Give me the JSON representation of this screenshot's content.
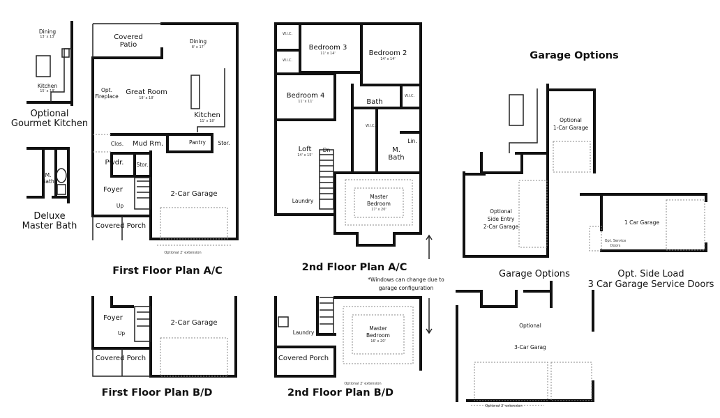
{
  "insets": {
    "gourmet_kitchen": {
      "dining": "Dining",
      "dining_dim": "13' x 13'",
      "kitchen": "Kitchen",
      "kitchen_dim": "15' x 18'",
      "title_line1": "Optional",
      "title_line2": "Gourmet Kitchen"
    },
    "deluxe_bath": {
      "bath": "M.",
      "bath2": "Bath",
      "title_line1": "Deluxe",
      "title_line2": "Master Bath"
    }
  },
  "first_floor_ac": {
    "title": "First Floor Plan A/C",
    "rooms": {
      "covered_patio_1": "Covered",
      "covered_patio_2": "Patio",
      "dining": "Dining",
      "dining_dim": "8' x 17'",
      "great_room": "Great Room",
      "great_room_dim": "18' x 18'",
      "opt_fireplace_1": "Opt.",
      "opt_fireplace_2": "Fireplace",
      "kitchen": "Kitchen",
      "kitchen_dim": "11' x 18'",
      "clos": "Clos.",
      "mud_rm": "Mud Rm.",
      "pantry": "Pantry",
      "stor_1": "Stor.",
      "pwdr": "Pwdr.",
      "stor_2": "Stor.",
      "foyer": "Foyer",
      "up": "Up",
      "garage": "2-Car Garage",
      "covered_porch": "Covered Porch",
      "extension": "Optional 2' extension"
    }
  },
  "first_floor_bd": {
    "title": "First Floor Plan B/D",
    "rooms": {
      "foyer": "Foyer",
      "up": "Up",
      "garage": "2-Car Garage",
      "covered_porch": "Covered Porch"
    }
  },
  "second_floor_ac": {
    "title": "2nd Floor Plan A/C",
    "rooms": {
      "wic_1": "W.I.C.",
      "wic_2": "W.I.C.",
      "wic_3": "W.I.C.",
      "wic_4": "W.I.C.",
      "bedroom3": "Bedroom 3",
      "bedroom3_dim": "11' x 14'",
      "bedroom2": "Bedroom 2",
      "bedroom2_dim": "14' x 14'",
      "bedroom4": "Bedroom 4",
      "bedroom4_dim": "11' x 11'",
      "bath": "Bath",
      "loft": "Loft",
      "loft_dim": "14' x 15'",
      "dn": "Dn",
      "m_bath_1": "M.",
      "m_bath_2": "Bath",
      "lin": "Lin.",
      "laundry": "Laundry",
      "master_1": "Master",
      "master_2": "Bedroom",
      "master_dim": "17' x 20'"
    }
  },
  "second_floor_bd": {
    "title": "2nd Floor Plan B/D",
    "rooms": {
      "laundry": "Laundry",
      "master_1": "Master",
      "master_2": "Bedroom",
      "master_dim": "16' x 20'",
      "covered_porch": "Covered Porch",
      "extension": "Optional 2' extension"
    }
  },
  "note": {
    "line1": "*Windows can change due to",
    "line2": "garage configuration"
  },
  "garage_options": {
    "heading": "Garage Options",
    "one_car_1": "Optional",
    "one_car_2": "1-Car Garage",
    "side_entry_1": "Optional",
    "side_entry_2": "Side Entry",
    "side_entry_3": "2-Car Garage",
    "caption": "Garage Options",
    "side_load_garage": "1 Car Garage",
    "service_doors_1": "Opt. Service",
    "service_doors_2": "Doors",
    "side_load_caption_1": "Opt. Side Load",
    "side_load_caption_2": "3 Car Garage Service Doors",
    "three_car_1": "Optional",
    "three_car_2": "3-Car Garag",
    "extension": "Optional 2' extension"
  }
}
